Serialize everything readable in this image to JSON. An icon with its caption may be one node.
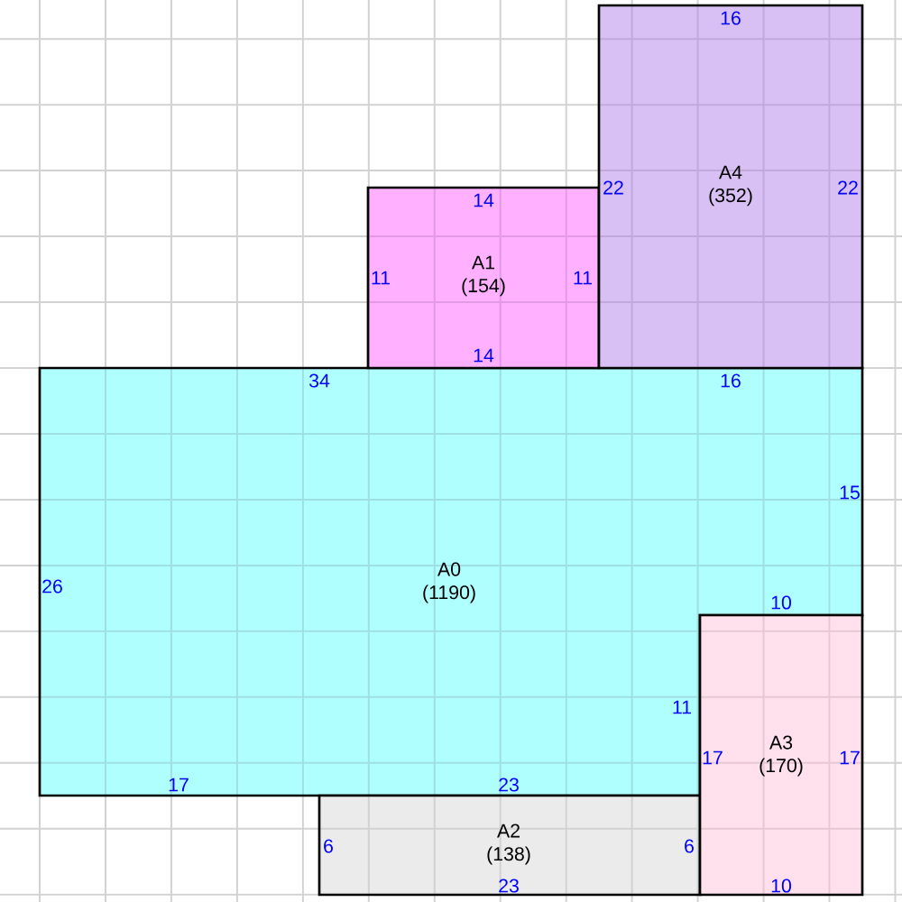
{
  "diagram": {
    "nodes": [
      {
        "text": [
          "A0",
          "(1190)",
          "34",
          "16",
          "15",
          "10",
          "11",
          "23",
          "17",
          "26"
        ]
      },
      {
        "text": [
          "A1",
          "(154)",
          "14",
          "11",
          "14",
          "11"
        ]
      },
      {
        "text": [
          "A2",
          "(138)",
          "6",
          "6",
          "23"
        ]
      },
      {
        "text": [
          "A3",
          "(170)",
          "17",
          "17",
          "10"
        ]
      },
      {
        "text": [
          "A4",
          "(352)",
          "16",
          "22",
          "22"
        ]
      }
    ]
  }
}
